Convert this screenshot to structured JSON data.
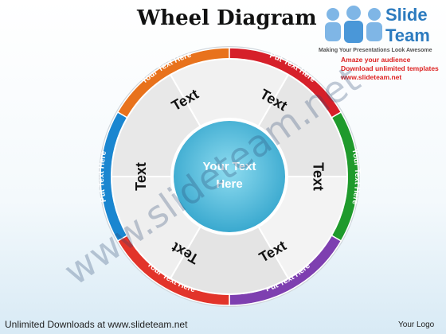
{
  "title": "Wheel Diagram",
  "logo": {
    "line1": "Slide",
    "line2": "Team",
    "tagline": "Making Your Presentations Look Awesome",
    "promo1": "Amaze your audience",
    "promo2": "Download unlimited templates",
    "promo3": "www.slideteam.net"
  },
  "center_text": [
    "Your Text",
    "Here"
  ],
  "segments": [
    "Text",
    "Text",
    "Text",
    "Text",
    "Text",
    "Text"
  ],
  "ring_labels": [
    "Your Text Here",
    "Put Text Here",
    "Your Text Here",
    "Put Text Here",
    "Your Text Here",
    "Put Text Here"
  ],
  "ring_colors": [
    "#e8721c",
    "#d6202a",
    "#1f9a2c",
    "#7e3fb0",
    "#e2342a",
    "#1a86d0"
  ],
  "watermark": "www.slideteam.net",
  "footer": {
    "left": "Unlimited Downloads at www.slideteam.net",
    "right": "Your Logo"
  }
}
